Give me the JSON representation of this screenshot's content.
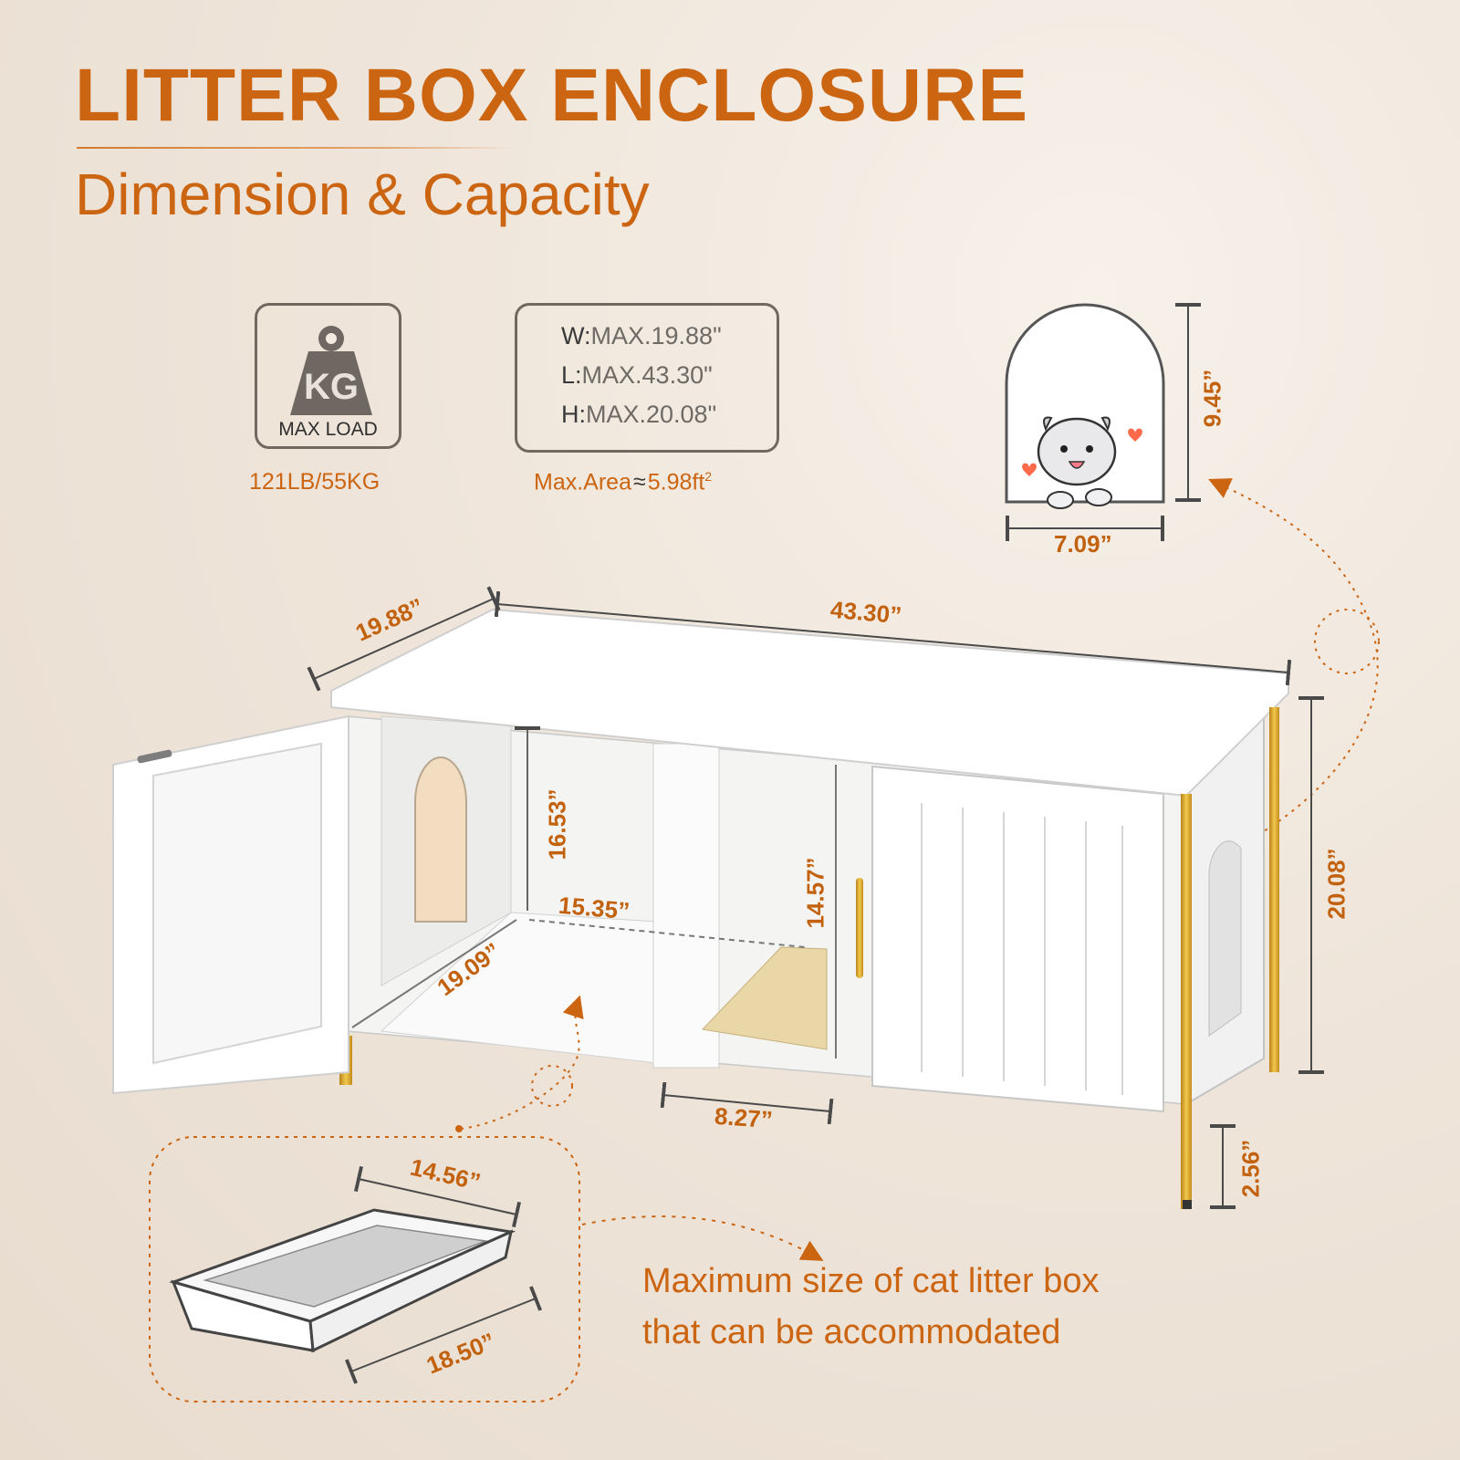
{
  "header": {
    "title": "LITTER BOX ENCLOSURE",
    "subtitle": "Dimension & Capacity"
  },
  "load": {
    "icon_text": "KG",
    "label": "MAX LOAD",
    "value": "121LB/55KG"
  },
  "max_dimensions": {
    "lines": [
      {
        "key": "W:",
        "value": "MAX.19.88\""
      },
      {
        "key": "L:",
        "value": "MAX.43.30\""
      },
      {
        "key": "H:",
        "value": "MAX.20.08\""
      }
    ],
    "area_label": "Max.Area",
    "area_symbol": "≈",
    "area_value": "5.98ft",
    "area_unit_sup": "2"
  },
  "cat_door": {
    "height": "9.45”",
    "width": "7.09”"
  },
  "enclosure": {
    "depth": "19.88”",
    "length": "43.30”",
    "height": "20.08”",
    "inner_height": "16.53”",
    "inner_width": "15.35”",
    "inner_depth": "19.09”",
    "partition_height": "14.57”",
    "partition_gap": "8.27”",
    "leg_height": "2.56”"
  },
  "litter_box": {
    "width": "14.56”",
    "length": "18.50”",
    "caption_line1": "Maximum size of cat litter box",
    "caption_line2": "that can be accommodated"
  },
  "colors": {
    "accent": "#cc6512",
    "dimension_text": "#c2620f",
    "gold_legs": "#e0a81c",
    "box_border": "#736860"
  }
}
